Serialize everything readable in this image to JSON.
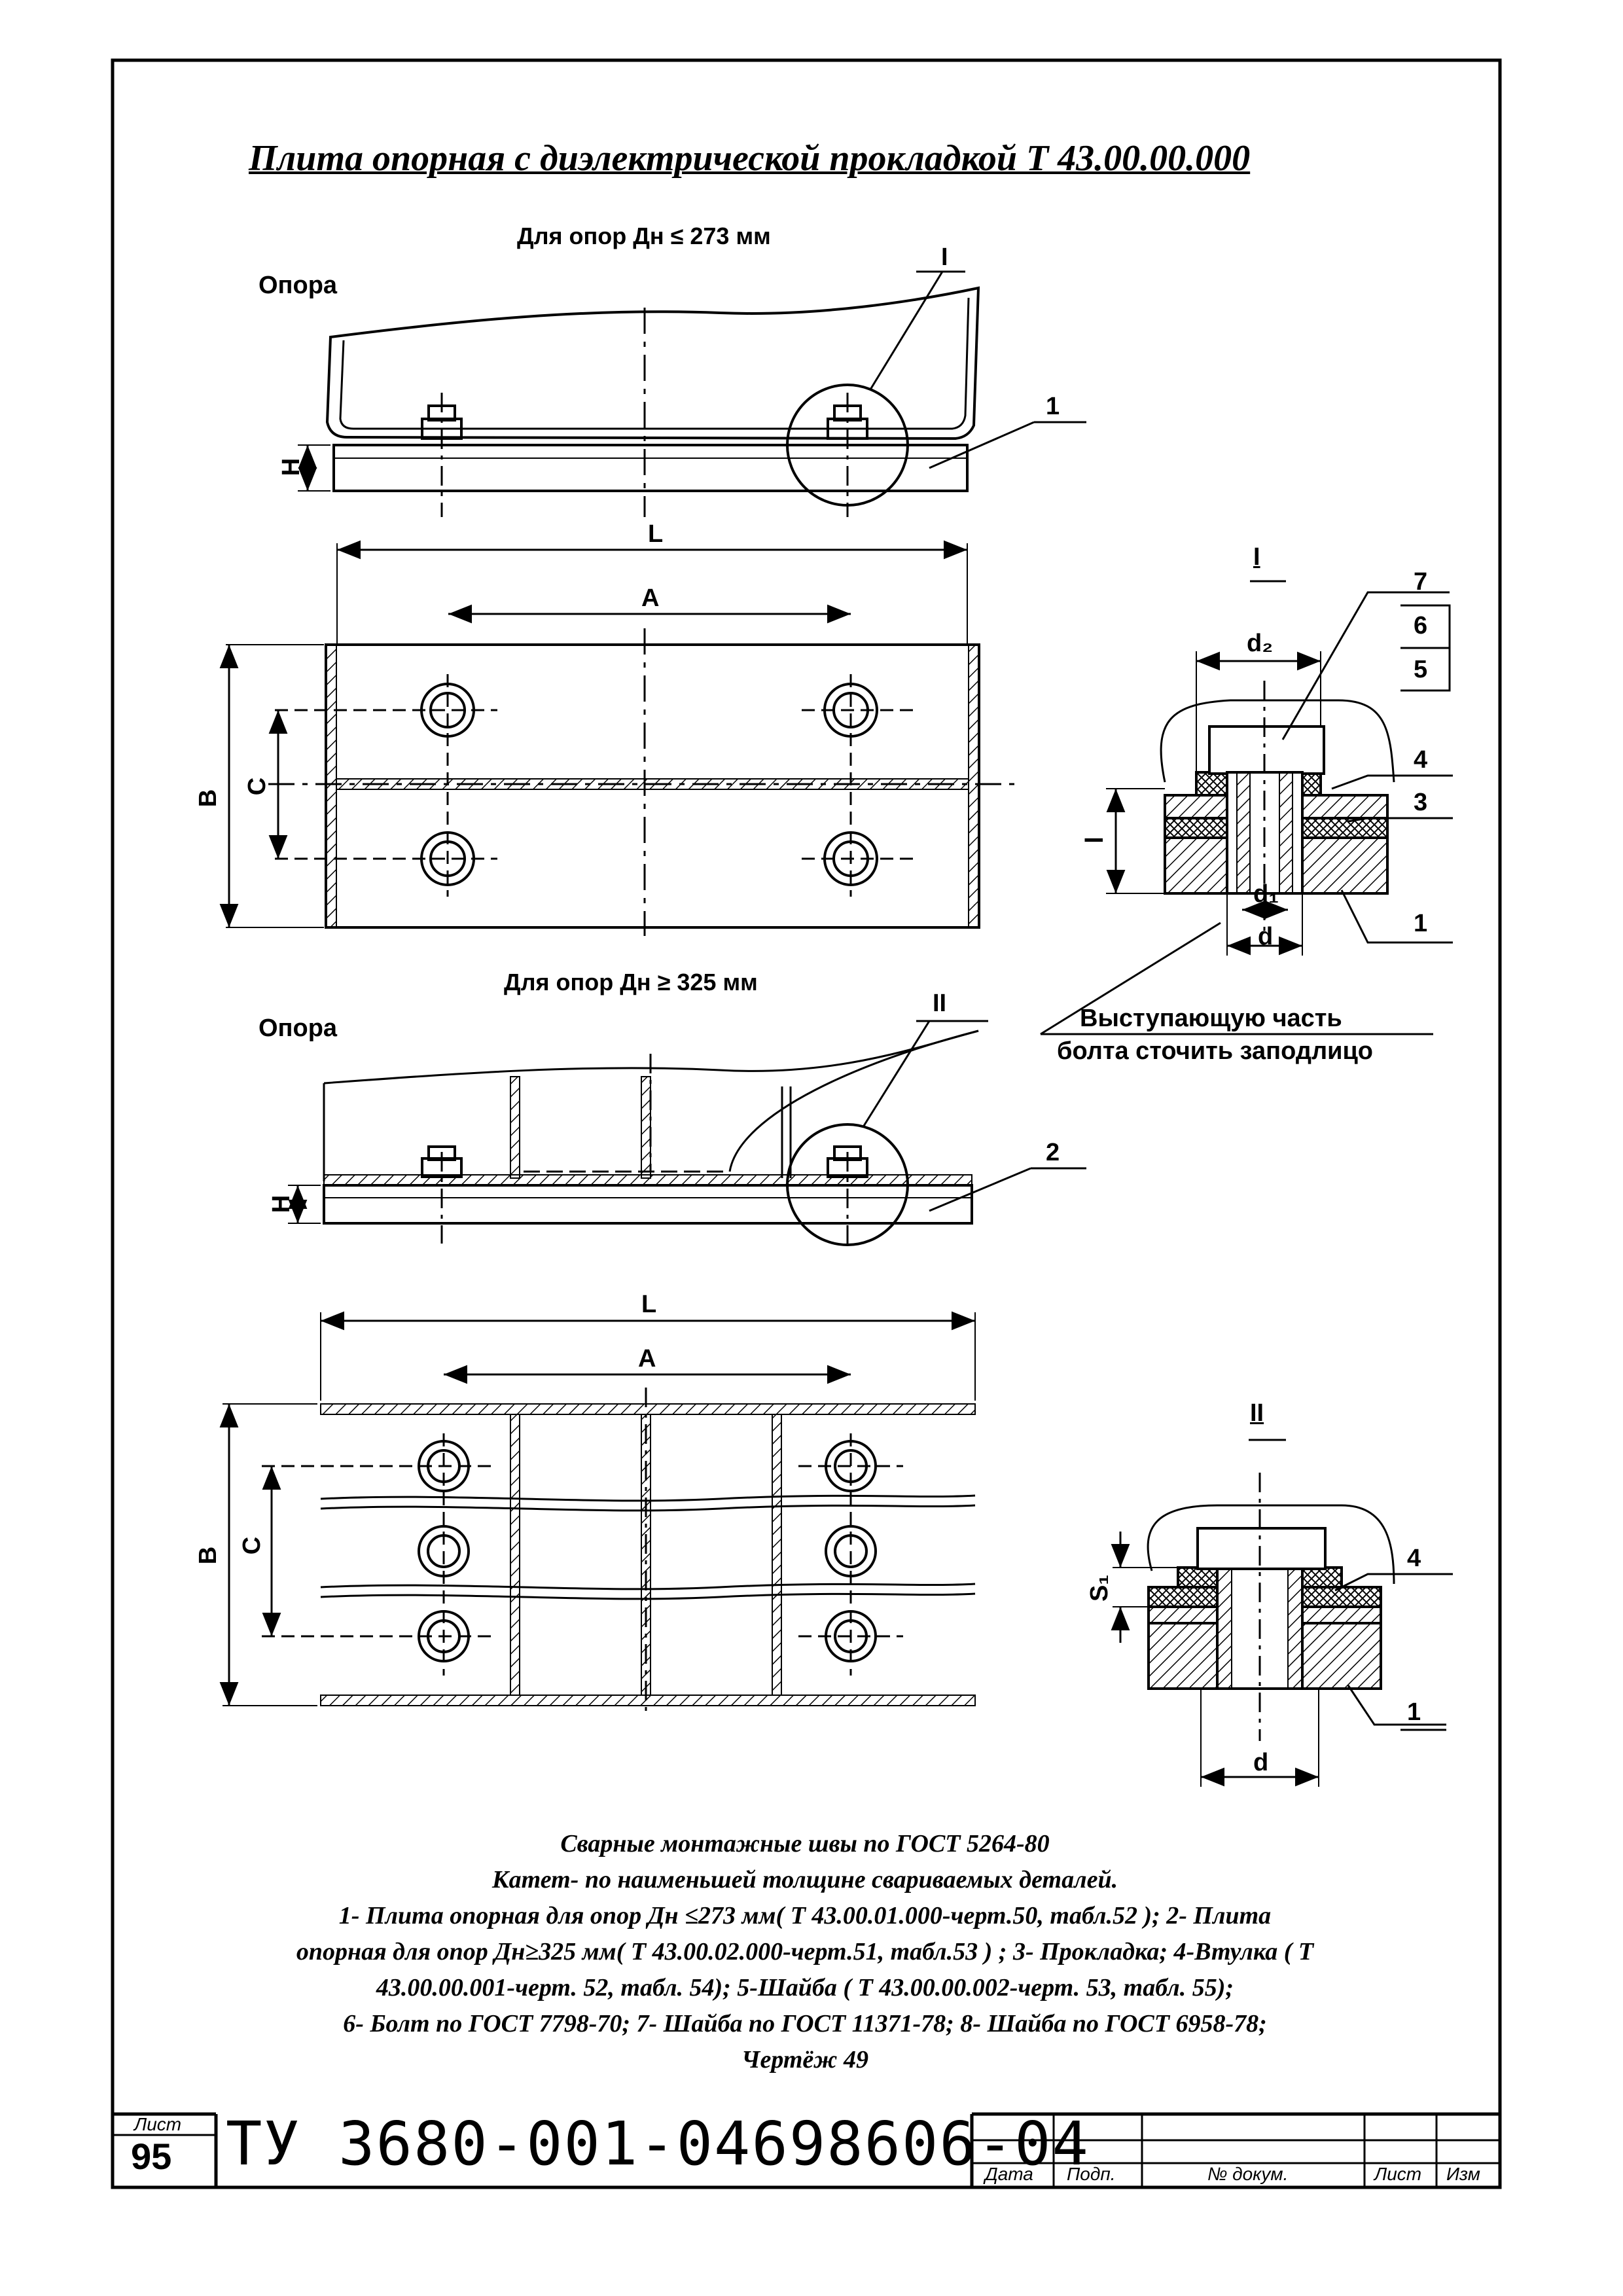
{
  "title": "Плита опорная с диэлектрической прокладкой Т 43.00.00.000",
  "view1": {
    "caption": "Для опор Дн ≤ 273 мм",
    "support_label": "Опора",
    "detail_callout": "I",
    "item_number": "1",
    "dim_H": "H",
    "dim_L": "L",
    "dim_A": "A",
    "dim_B": "B",
    "dim_C": "C"
  },
  "view2": {
    "caption": "Для опор Дн ≥ 325 мм",
    "support_label": "Опора",
    "detail_callout": "II",
    "item_number": "2",
    "dim_H": "H",
    "dim_L": "L",
    "dim_A": "A",
    "dim_B": "B",
    "dim_C": "C"
  },
  "detail1": {
    "title": "I",
    "numbers": [
      "7",
      "6",
      "5",
      "4",
      "3",
      "1"
    ],
    "dim_d2": "d₂",
    "dim_d1": "d₁",
    "dim_d": "d",
    "dim_l": "l",
    "note_line1": "Выступающую часть",
    "note_line2": "болта сточить заподлицо"
  },
  "detail2": {
    "title": "II",
    "numbers": [
      "4",
      "1"
    ],
    "dim_s1": "S₁",
    "dim_d": "d"
  },
  "notes": [
    "Сварные монтажные швы по ГОСТ 5264-80",
    "Катет- по наименьшей толщине свариваемых деталей.",
    "1- Плита опорная для опор Дн ≤273 мм( Т 43.00.01.000-черт.50, табл.52 ); 2- Плита",
    "опорная для опор Дн≥325 мм( Т 43.00.02.000-черт.51, табл.53 ) ; 3- Прокладка; 4-Втулка ( Т",
    "43.00.00.001-черт. 52, табл. 54); 5-Шайба ( Т 43.00.00.002-черт. 53, табл. 55);",
    "6- Болт по ГОСТ 7798-70; 7- Шайба по ГОСТ 11371-78; 8- Шайба по ГОСТ 6958-78;",
    "Чертёж 49"
  ],
  "title_block": {
    "sheet_label": "Лист",
    "sheet_number": "95",
    "document_code": "ТУ 3680-001-04698606-04",
    "columns": [
      "Дата",
      "Подп.",
      "№ докум.",
      "Лист",
      "Изм"
    ]
  }
}
